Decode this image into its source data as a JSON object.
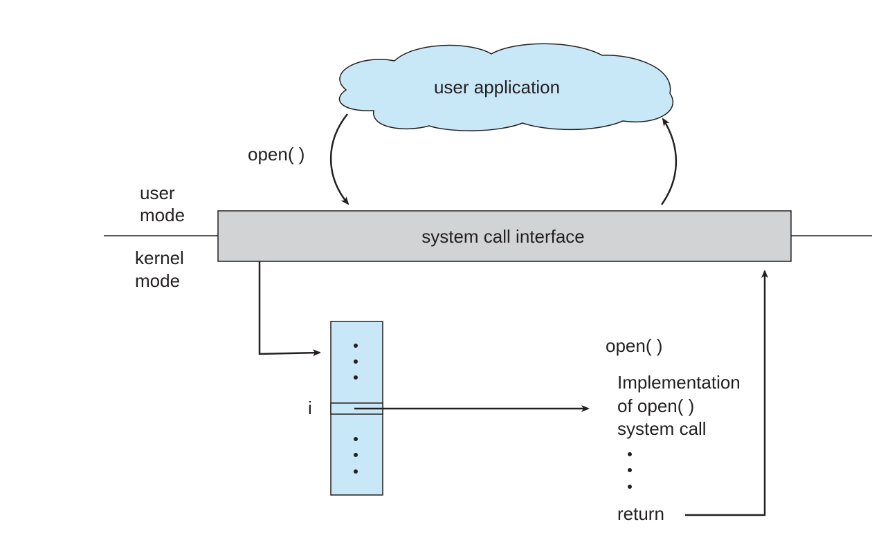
{
  "labels": {
    "user_application": "user application",
    "open_call": "open( )",
    "user_mode_line1": "user",
    "user_mode_line2": "mode",
    "kernel_mode_line1": "kernel",
    "kernel_mode_line2": "mode",
    "system_call_interface": "system call interface",
    "table_index": "i",
    "impl_heading": "open( )",
    "impl_line1": "Implementation",
    "impl_line2": "of open( )",
    "impl_line3": "system call",
    "impl_return": "return"
  },
  "colors": {
    "light_blue_fill": "#c9e8f7",
    "gray_fill": "#d1d3d4",
    "stroke": "#231f20"
  }
}
